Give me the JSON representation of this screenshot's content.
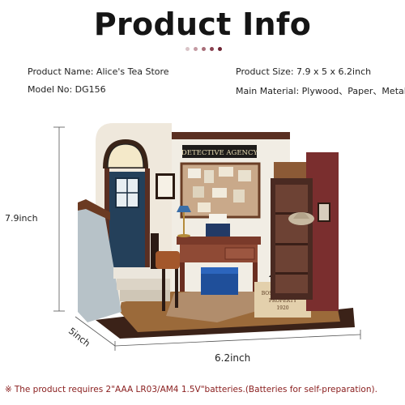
{
  "title": "Product Info",
  "accent_dots": [
    "#d9c4c8",
    "#c49aa2",
    "#a86d78",
    "#8a4351",
    "#6e2433"
  ],
  "specs": {
    "product_name": "Product Name: Alice's Tea Store",
    "model_no": "Model No: DG156",
    "product_size": "Product Size: 7.9 x 5 x 6.2inch",
    "main_material": "Main Material: Plywood、Paper、Metal"
  },
  "dimensions": {
    "height": "7.9inch",
    "depth": "5inch",
    "width": "6.2inch"
  },
  "scene": {
    "sign": "DETECTIVE AGENCY",
    "box_text_1": "BOSS'S AGENCY",
    "box_text_2": "PROPERTY",
    "box_text_3": "1920"
  },
  "footnote": {
    "mark": "※",
    "text": "The product requires 2\"AAA LR03/AM4 1.5V\"batteries.(Batteries for self-preparation)."
  },
  "colors": {
    "footnote": "#8b2020",
    "wall": "#f1ede4",
    "wood_dark": "#5a2f22",
    "door": "#24405a",
    "floor": "#9b6a3a",
    "base": "#3b2218"
  }
}
